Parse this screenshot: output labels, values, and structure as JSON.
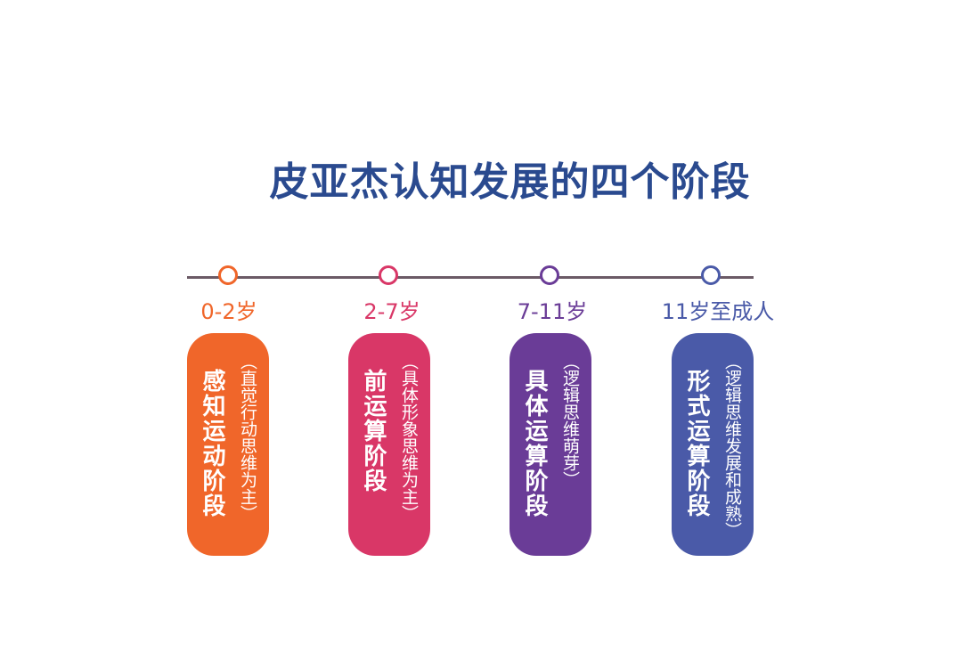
{
  "title": "皮亚杰认知发展的四个阶段",
  "stages": [
    {
      "age": "0-2岁",
      "name": "感知运动阶段",
      "desc": "（直觉行动思维为主）",
      "color": "#f0662a"
    },
    {
      "age": "2-7岁",
      "name": "前运算阶段",
      "desc": "（具体形象思维为主）",
      "color": "#d93767"
    },
    {
      "age": "7-11岁",
      "name": "具体运算阶段",
      "desc": "（逻辑思维萌芽）",
      "color": "#6a3c97"
    },
    {
      "age": "11岁至成人",
      "name": "形式运算阶段",
      "desc": "（逻辑思维发展和成熟）",
      "color": "#4a5aa8"
    }
  ],
  "colors": {
    "title": "#2a4a8f",
    "timeline": "#6b5a66"
  }
}
